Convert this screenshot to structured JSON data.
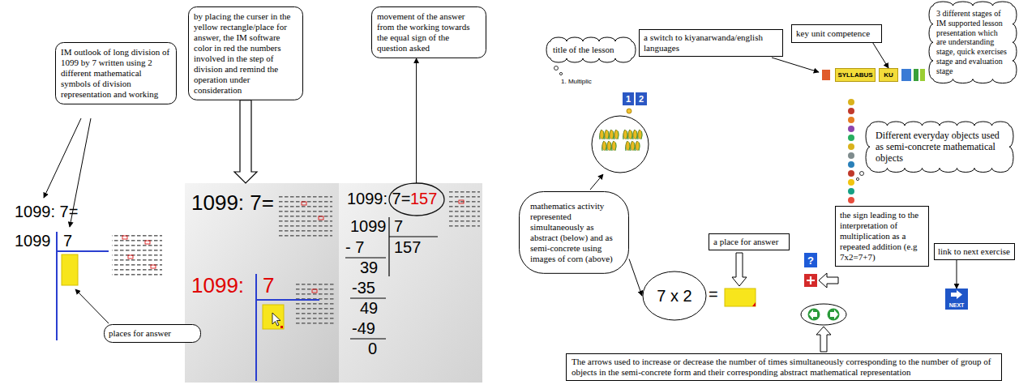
{
  "diagram": {
    "nodes": [
      {
        "text": [
          "IM outlook of long division of 1099 by 7 written using 2 different mathematical symbols of division representation and working"
        ]
      },
      {
        "text": [
          "places for answer"
        ]
      },
      {
        "text": [
          "by placing the curser in the yellow rectangle/place for answer, the IM software color in red the numbers involved in the step of division and remind the operation under consideration"
        ]
      },
      {
        "text": [
          "1099: 7=",
          "1099:",
          "7"
        ]
      },
      {
        "text": [
          "movement of the answer from the working towards the equal sign of the question asked"
        ]
      },
      {
        "text": [
          "1099: 7=",
          "157",
          "1099",
          "7",
          "- 7",
          "157",
          "39",
          "-35",
          "49",
          "-49",
          "0"
        ]
      },
      {
        "text": [
          "title of the lesson"
        ]
      },
      {
        "text": [
          "a switch to kiyanarwanda/english languages"
        ]
      },
      {
        "text": [
          "key unit competence"
        ]
      },
      {
        "text": [
          "3 different stages of IM supported lesson presentation which are understanding stage, quick exercises stage and evaluation stage"
        ]
      },
      {
        "text": [
          "SYLLABUS"
        ]
      },
      {
        "text": [
          "KU"
        ]
      },
      {
        "text": [
          "1"
        ]
      },
      {
        "text": [
          "2"
        ]
      },
      {
        "text": [
          "Different everyday objects used as semi-concrete mathematical objects"
        ]
      },
      {
        "text": [
          "mathematics activity represented simultaneously as abstract (below) and as semi-concrete using images of corn (above)"
        ]
      },
      {
        "text": [
          "a place for answer"
        ]
      },
      {
        "text": [
          "the sign leading to the interpretation of multiplication as a repeated addition (e.g 7x2=7+7)"
        ]
      },
      {
        "text": [
          "link to next exercise"
        ]
      },
      {
        "text": [
          "?"
        ]
      },
      {
        "text": [
          "7 x 2"
        ]
      },
      {
        "text": [
          "NEXT"
        ]
      },
      {
        "text": [
          "The arrows used to increase or decrease the number of times simultaneously corresponding to the number of group of objects in the semi-concrete form and their corresponding abstract mathematical representation"
        ]
      }
    ],
    "edges": [
      {
        "from": 2,
        "to": 3,
        "arrow": "to"
      },
      {
        "from": 5,
        "to": 4,
        "arrow": "to"
      },
      {
        "from": 8,
        "to": 11,
        "arrow": "to"
      },
      {
        "from": 15,
        "to": 20,
        "arrow": "to"
      },
      {
        "from": 18,
        "to": 21,
        "arrow": "to"
      }
    ],
    "labels": [
      "1099: 7=",
      "1099",
      "7",
      "1. Multiplic",
      "="
    ]
  }
}
